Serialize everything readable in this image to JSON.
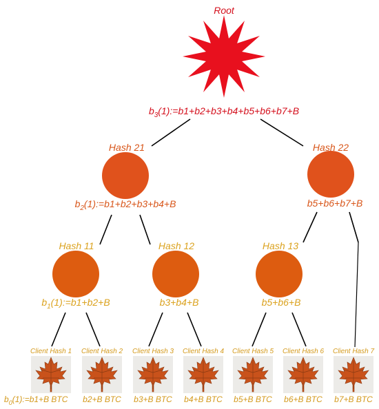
{
  "colors": {
    "root_star": "#e8101e",
    "root_label": "#d40f1c",
    "level1_node": "#e0521c",
    "level1_text": "#d8561a",
    "level2_node": "#dd5c10",
    "level2_text": "#dba21e",
    "client_text": "#d49a1d",
    "edge": "#000000"
  },
  "root": {
    "label": "Root",
    "formula_base": "b",
    "formula_sub": "3",
    "formula_rest": "(1):=b1+b2+b3+b4+b5+b6+b7+B"
  },
  "level1": {
    "hash21": {
      "label": "Hash 21",
      "formula_base": "b",
      "formula_sub": "2",
      "formula_rest": "(1):=b1+b2+b3+b4+B"
    },
    "hash22": {
      "label": "Hash 22",
      "formula": "b5+b6+b7+B"
    }
  },
  "level2": {
    "hash11": {
      "label": "Hash 11",
      "formula_base": "b",
      "formula_sub": "1",
      "formula_rest": "(1):=b1+b2+B"
    },
    "hash12": {
      "label": "Hash 12",
      "formula": "b3+b4+B"
    },
    "hash13": {
      "label": "Hash 13",
      "formula": "b5+b6+B"
    }
  },
  "clients": [
    {
      "label": "Client Hash 1",
      "value": "(1):=b1+B BTC",
      "value_base": "b",
      "value_sub": "0",
      "icon": "maple-leaf-icon"
    },
    {
      "label": "Client Hash 2",
      "value": "b2+B BTC",
      "icon": "maple-leaf-icon"
    },
    {
      "label": "Client Hash 3",
      "value": "b3+B BTC",
      "icon": "maple-leaf-icon"
    },
    {
      "label": "Client Hash 4",
      "value": "b4+B BTC",
      "icon": "maple-leaf-icon"
    },
    {
      "label": "Client Hash 5",
      "value": "b5+B BTC",
      "icon": "maple-leaf-icon"
    },
    {
      "label": "Client Hash 6",
      "value": "b6+B BTC",
      "icon": "maple-leaf-icon"
    },
    {
      "label": "Client Hash 7",
      "value": "b7+B BTC",
      "icon": "maple-leaf-icon"
    }
  ]
}
